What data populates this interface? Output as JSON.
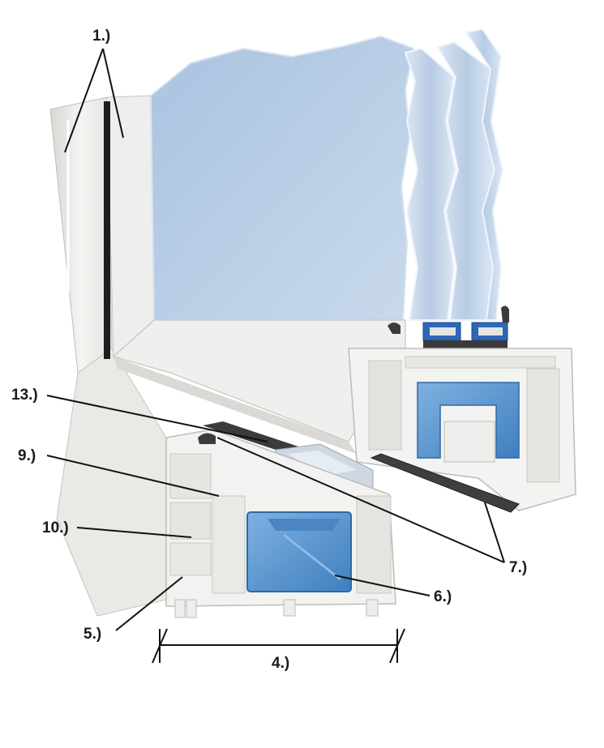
{
  "callouts": {
    "c1": "1.)",
    "c4": "4.)",
    "c5": "5.)",
    "c6": "6.)",
    "c7": "7.)",
    "c9": "9.)",
    "c10": "10.)",
    "c13": "13.)"
  },
  "colors": {
    "glass": "#b9cde3",
    "glass_edge": "#e6eff8",
    "pvc": "#f1f1ef",
    "pvc_shade": "#d9d9d6",
    "steel_reinforcement": "#5f97cf",
    "gasket": "#3b3b3b",
    "spacer": "#2e66b8"
  }
}
